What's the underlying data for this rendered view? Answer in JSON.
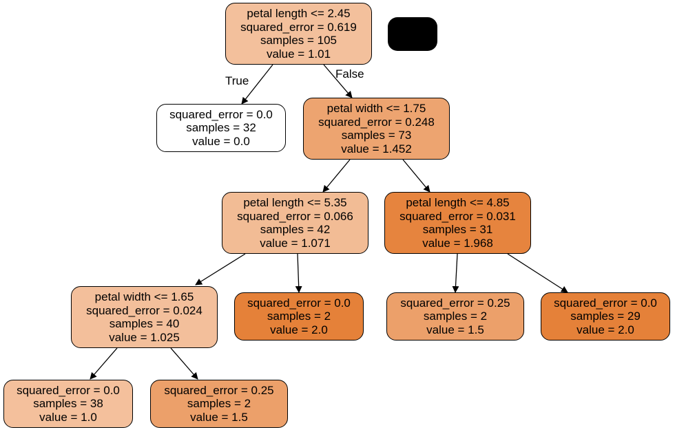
{
  "edge_labels": {
    "true_label": "True",
    "false_label": "False"
  },
  "nodes": {
    "n0": {
      "lines": [
        "petal length <= 2.45",
        "squared_error = 0.619",
        "samples = 105",
        "value = 1.01"
      ],
      "fill": "#f3c09c"
    },
    "n1": {
      "lines": [
        "squared_error = 0.0",
        "samples = 32",
        "value = 0.0"
      ],
      "fill": "#ffffff"
    },
    "n2": {
      "lines": [
        "petal width <= 1.75",
        "squared_error = 0.248",
        "samples = 73",
        "value = 1.452"
      ],
      "fill": "#eda470"
    },
    "n3": {
      "lines": [
        "petal length <= 5.35",
        "squared_error = 0.066",
        "samples = 42",
        "value = 1.071"
      ],
      "fill": "#f2bc95"
    },
    "n4": {
      "lines": [
        "petal length <= 4.85",
        "squared_error = 0.031",
        "samples = 31",
        "value = 1.968"
      ],
      "fill": "#e6843e"
    },
    "n5": {
      "lines": [
        "petal width <= 1.65",
        "squared_error = 0.024",
        "samples = 40",
        "value = 1.025"
      ],
      "fill": "#f3bf9b"
    },
    "n6": {
      "lines": [
        "squared_error = 0.0",
        "samples = 2",
        "value = 2.0"
      ],
      "fill": "#e58139"
    },
    "n7": {
      "lines": [
        "squared_error = 0.25",
        "samples = 2",
        "value = 1.5"
      ],
      "fill": "#eca06a"
    },
    "n8": {
      "lines": [
        "squared_error = 0.0",
        "samples = 29",
        "value = 2.0"
      ],
      "fill": "#e58139"
    },
    "n9": {
      "lines": [
        "squared_error = 0.0",
        "samples = 38",
        "value = 1.0"
      ],
      "fill": "#f4c09c"
    },
    "n10": {
      "lines": [
        "squared_error = 0.25",
        "samples = 2",
        "value = 1.5"
      ],
      "fill": "#eca06a"
    }
  }
}
